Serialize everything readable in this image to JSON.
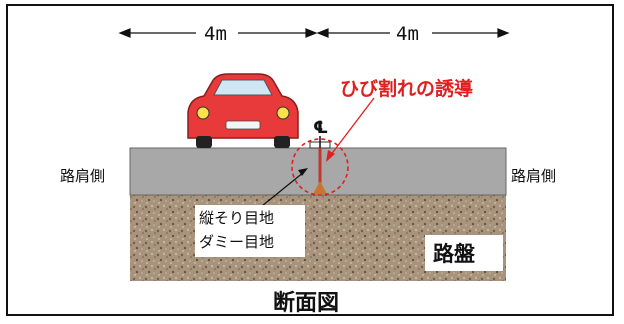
{
  "dimensions": {
    "left": "4m",
    "right": "4m"
  },
  "labels": {
    "shoulder_left": "路肩側",
    "shoulder_right": "路肩側",
    "crack_guide": "ひび割れの誘導",
    "joint_line1": "縦そり目地",
    "joint_line2": "ダミー目地",
    "base_course": "路盤",
    "caption": "断面図",
    "centerline": "℄"
  },
  "colors": {
    "pavement": "#a8a8a8",
    "base_course": "#a8947c",
    "callout": "#e02020",
    "car_body": "#e83a3a",
    "joint_marker": "#c0392b",
    "joint_cone": "#c87533"
  },
  "icons": {
    "car": "car-icon",
    "centerline": "centerline-icon"
  }
}
